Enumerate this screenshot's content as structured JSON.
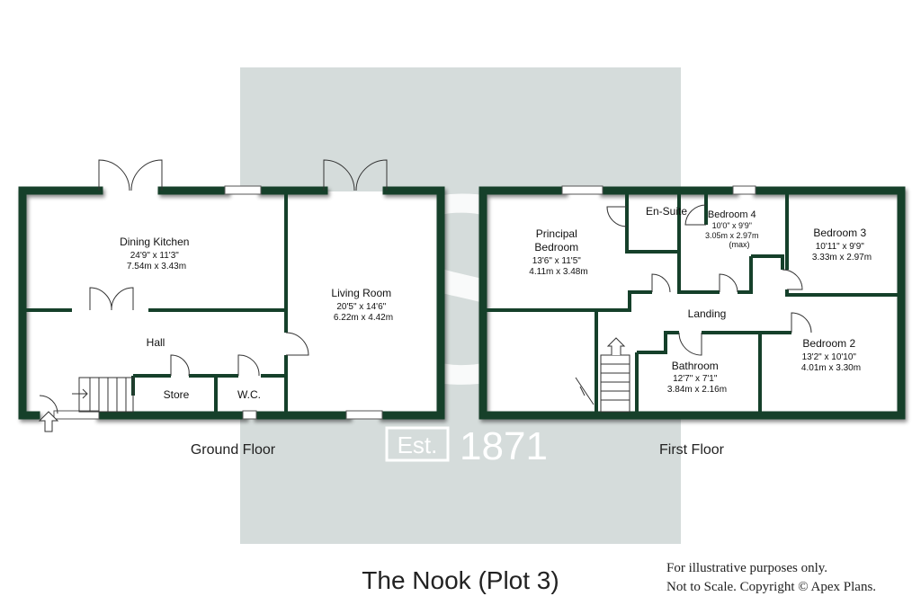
{
  "floorplan": {
    "watermark": {
      "year": "1871",
      "badge": "Est.",
      "monogram": "S"
    },
    "ground_floor": {
      "label": "Ground Floor",
      "rooms": [
        {
          "name": "Dining Kitchen",
          "imperial": "24'9\" x 11'3\"",
          "metric": "7.54m x 3.43m"
        },
        {
          "name": "Hall",
          "imperial": "",
          "metric": ""
        },
        {
          "name": "Store",
          "imperial": "",
          "metric": ""
        },
        {
          "name": "W.C.",
          "imperial": "",
          "metric": ""
        },
        {
          "name": "Living Room",
          "imperial": "20'5\" x 14'6\"",
          "metric": "6.22m x 4.42m"
        }
      ]
    },
    "first_floor": {
      "label": "First Floor",
      "rooms": [
        {
          "name": "Principal",
          "name2": "Bedroom",
          "imperial": "13'6\" x 11'5\"",
          "metric": "4.11m x 3.48m"
        },
        {
          "name": "En-Suite"
        },
        {
          "name": "Bedroom 4",
          "imperial": "10'0\" x 9'9\"",
          "metric": "3.05m x 2.97m",
          "note": "(max)"
        },
        {
          "name": "Bedroom 3",
          "imperial": "10'11\" x 9'9\"",
          "metric": "3.33m x 2.97m"
        },
        {
          "name": "Landing"
        },
        {
          "name": "Bedroom 2",
          "imperial": "13'2\" x 10'10\"",
          "metric": "4.01m x 3.30m"
        },
        {
          "name": "Bathroom",
          "imperial": "12'7\" x 7'1\"",
          "metric": "3.84m x 2.16m"
        }
      ]
    },
    "title": "The Nook (Plot 3)",
    "disclaimer": [
      "For illustrative purposes only.",
      "Not to Scale. Copyright © Apex Plans."
    ],
    "colors": {
      "wall": "#15402a",
      "watermark_panel": "#d5dcdb"
    }
  }
}
